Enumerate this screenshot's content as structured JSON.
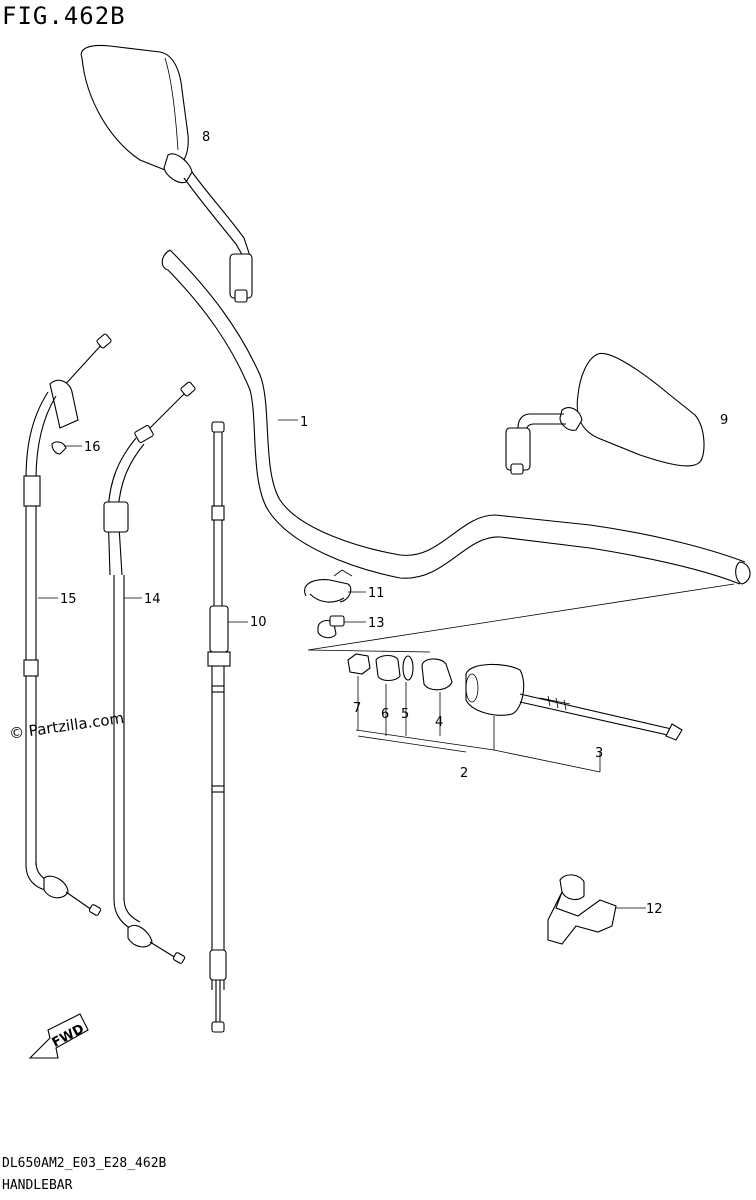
{
  "figure": {
    "title": "FIG.462B",
    "code": "DL650AM2_E03_E28_462B",
    "name": "HANDLEBAR",
    "watermark": "© Partzilla.com",
    "fwd_label": "FWD"
  },
  "callouts": [
    {
      "id": "1",
      "text": "1"
    },
    {
      "id": "2",
      "text": "2"
    },
    {
      "id": "3",
      "text": "3"
    },
    {
      "id": "4",
      "text": "4"
    },
    {
      "id": "5",
      "text": "5"
    },
    {
      "id": "6",
      "text": "6"
    },
    {
      "id": "7",
      "text": "7"
    },
    {
      "id": "8",
      "text": "8"
    },
    {
      "id": "9",
      "text": "9"
    },
    {
      "id": "10",
      "text": "10"
    },
    {
      "id": "11",
      "text": "11"
    },
    {
      "id": "12",
      "text": "12"
    },
    {
      "id": "13",
      "text": "13"
    },
    {
      "id": "14",
      "text": "14"
    },
    {
      "id": "15",
      "text": "15"
    },
    {
      "id": "16",
      "text": "16"
    }
  ]
}
